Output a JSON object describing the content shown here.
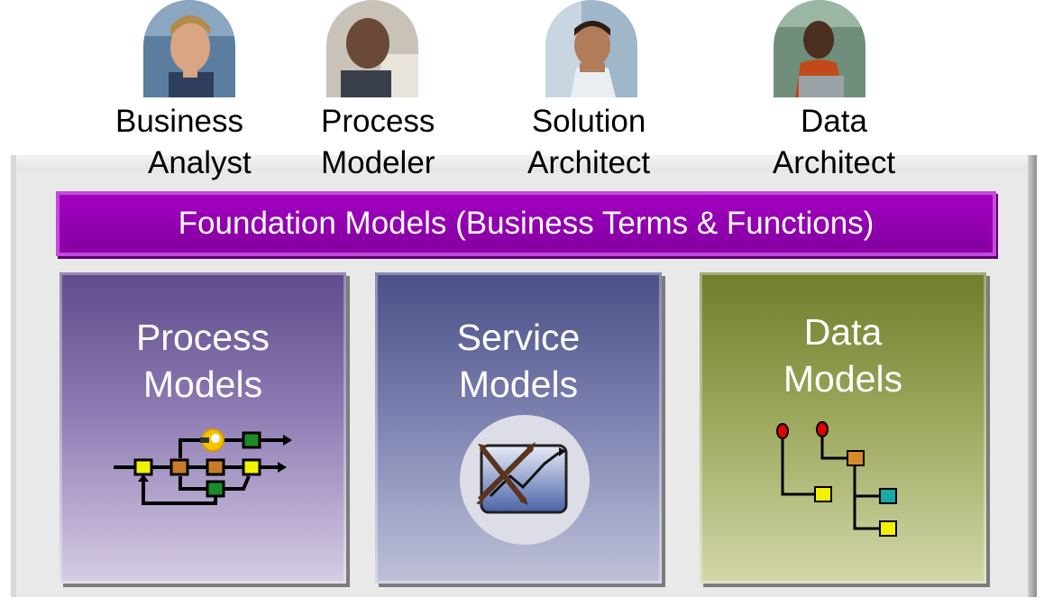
{
  "roles": [
    {
      "line1": "Business",
      "line2": "Analyst"
    },
    {
      "line1": "Process",
      "line2": "Modeler"
    },
    {
      "line1": "Solution",
      "line2": "Architect"
    },
    {
      "line1": "Data",
      "line2": "Architect"
    }
  ],
  "banner": {
    "label": "Foundation Models (Business Terms & Functions)"
  },
  "models": [
    {
      "line1": "Process",
      "line2": "Models",
      "icon": "process-flow-icon"
    },
    {
      "line1": "Service",
      "line2": "Models",
      "icon": "service-chart-icon"
    },
    {
      "line1": "Data",
      "line2": "Models",
      "icon": "data-tree-icon"
    }
  ],
  "colors": {
    "banner": "#9a00b4",
    "process_card": "#6f5c9c",
    "service_card": "#5a5f94",
    "data_card": "#7f8c3c",
    "platform": "#e9e9e9"
  }
}
